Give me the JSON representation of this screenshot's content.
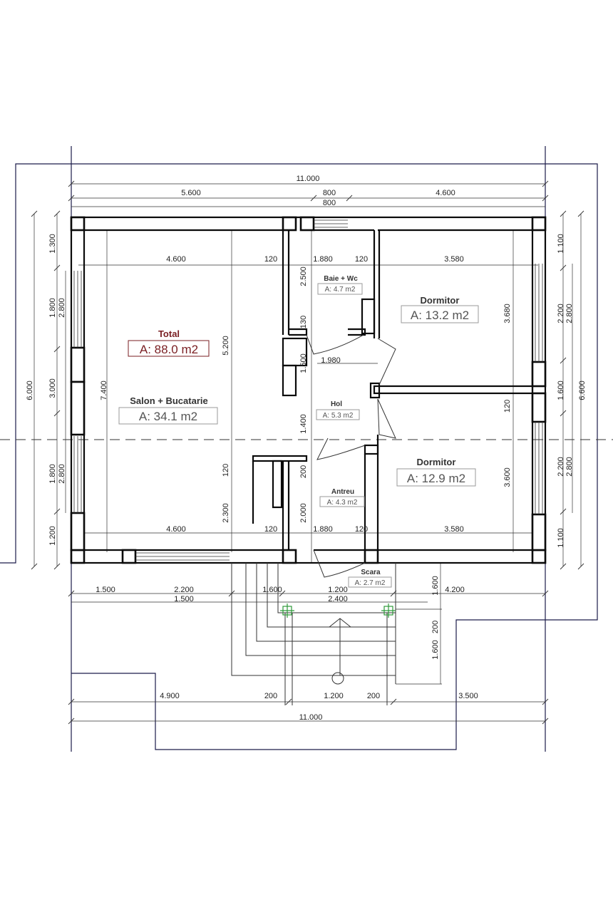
{
  "colors": {
    "wall": "#0a0a0a",
    "dimension_line": "#333333",
    "frame_line": "#1c1c4a",
    "total_accent": "#7a1e22",
    "label_box": "#9a9a9a"
  },
  "total": {
    "name": "Total",
    "area": "A: 88.0 m2"
  },
  "rooms": [
    {
      "id": "salon",
      "name": "Salon + Bucatarie",
      "area": "A: 34.1 m2"
    },
    {
      "id": "baie",
      "name": "Baie + Wc",
      "area": "A: 4.7 m2"
    },
    {
      "id": "dormitor1",
      "name": "Dormitor",
      "area": "A: 13.2 m2"
    },
    {
      "id": "hol",
      "name": "Hol",
      "area": "A: 5.3 m2"
    },
    {
      "id": "dormitor2",
      "name": "Dormitor",
      "area": "A: 12.9 m2"
    },
    {
      "id": "antreu",
      "name": "Antreu",
      "area": "A: 4.3 m2"
    },
    {
      "id": "scara",
      "name": "Scara",
      "area": "A: 2.7 m2"
    }
  ],
  "dimensions": {
    "top_overall": "11.000",
    "top_left": "5.600",
    "top_mid_a": "800",
    "top_mid_b": "800",
    "top_right": "4.600",
    "inner_top_salon": "4.600",
    "inner_top_wall1": "120",
    "inner_top_baie": "1.880",
    "inner_top_wall2": "120",
    "inner_top_dorm": "3.580",
    "inner_bottom_salon": "4.600",
    "inner_bottom_wall1": "120",
    "inner_bottom_antreu": "1.880",
    "inner_bottom_wall2": "120",
    "inner_bottom_dorm": "3.580",
    "salon_height": "7.400",
    "salon_inner": "5.200",
    "salon_lower": "2.300",
    "salon_wall": "120",
    "baie_height": "2.500",
    "baie_wall": "130",
    "hol_width": "1.980",
    "hol_a": "1.500",
    "hol_b": "1.400",
    "hol_wall": "200",
    "antreu_height": "2.000",
    "dorm1_height": "3.680",
    "dorm_wall": "120",
    "dorm2_height": "3.600",
    "left_overall": "6.000",
    "left_1": "1.300",
    "left_2": "1.800",
    "left_3": "3.000",
    "left_4": "1.800",
    "left_5": "1.200",
    "left_win1": "2.800",
    "left_win2": "2.800",
    "right_overall": "6.600",
    "right_1": "1.100",
    "right_2": "2.200",
    "right_3": "1.600",
    "right_4": "2.200",
    "right_5": "1.100",
    "right_win1": "2.800",
    "right_win2": "2.800",
    "bottom_a1": "1.500",
    "bottom_a2": "2.200",
    "bottom_a3": "1.600",
    "bottom_a4": "1.200",
    "bottom_a5": "4.200",
    "bottom_b1": "1.500",
    "bottom_b2": "2.400",
    "stair_v1": "1.600",
    "stair_v2": "1.600",
    "stair_v3": "200",
    "bottom_c1": "4.900",
    "bottom_c2": "200",
    "bottom_c3": "1.200",
    "bottom_c4": "200",
    "bottom_c5": "3.500",
    "bottom_overall": "11.000"
  }
}
